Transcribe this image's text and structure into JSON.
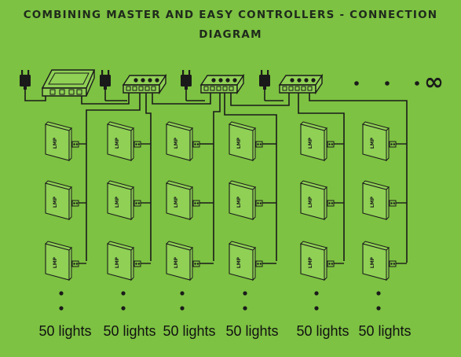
{
  "title": {
    "line1": "COMBINING MASTER AND EASY CONTROLLERS - CONNECTION",
    "line2": "DIAGRAM"
  },
  "lamp_label": "LMP",
  "infinity_symbol": "∞",
  "column_labels": [
    "50 lights",
    "50 lights",
    "50 lights",
    "50 lights",
    "50 lights",
    "50 lights"
  ],
  "colors": {
    "background": "#7dc242",
    "line": "#1a1a1a",
    "lamp_fill": "#8fd055"
  },
  "icons": [
    "power-plug-icon",
    "master-controller-icon",
    "easy-controller-icon",
    "lamp-icon",
    "infinity-icon"
  ]
}
